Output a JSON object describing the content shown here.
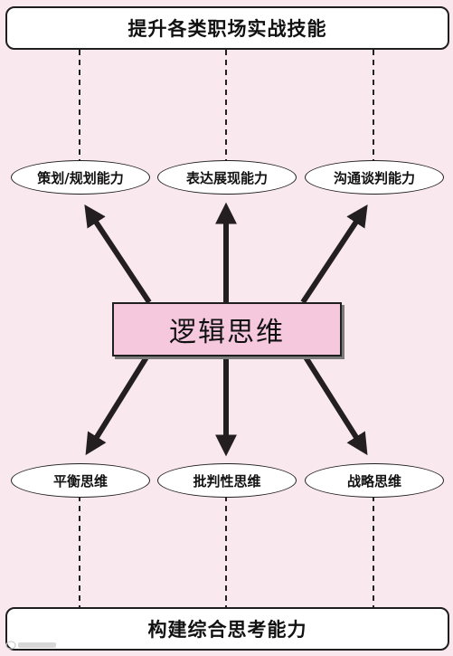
{
  "top_bar": {
    "text": "提升各类职场实战技能"
  },
  "bottom_bar": {
    "text": "构建综合思考能力"
  },
  "center": {
    "text": "逻辑思维"
  },
  "top_ovals": [
    "策划/规划能力",
    "表达展现能力",
    "沟通谈判能力"
  ],
  "bottom_ovals": [
    "平衡思维",
    "批判性思维",
    "战略思维"
  ],
  "colors": {
    "background": "#fae8ef",
    "center_fill": "#f5c8dd",
    "arrow": "#231f20"
  }
}
